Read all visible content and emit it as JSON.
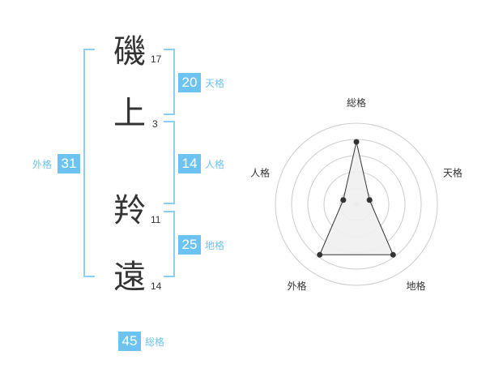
{
  "name_chars": [
    {
      "char": "磯",
      "strokes": "17"
    },
    {
      "char": "上",
      "strokes": "3"
    },
    {
      "char": "羚",
      "strokes": "11"
    },
    {
      "char": "遠",
      "strokes": "14"
    }
  ],
  "fortunes": {
    "tenkaku": {
      "value": "20",
      "label": "天格"
    },
    "jinkaku": {
      "value": "14",
      "label": "人格"
    },
    "chikaku": {
      "value": "25",
      "label": "地格"
    },
    "gaikaku": {
      "value": "31",
      "label": "外格"
    },
    "soukaku": {
      "value": "45",
      "label": "総格"
    }
  },
  "chart_data": {
    "type": "radar",
    "axes": [
      "総格",
      "天格",
      "地格",
      "外格",
      "人格"
    ],
    "values": [
      0.77,
      0.17,
      0.77,
      0.77,
      0.17
    ],
    "rings": 5,
    "colors": {
      "fill": "#efefef",
      "line": "#333333",
      "grid": "#cccccc"
    }
  },
  "colors": {
    "accent": "#6cc3f0",
    "bracket": "#8ad0f4"
  }
}
